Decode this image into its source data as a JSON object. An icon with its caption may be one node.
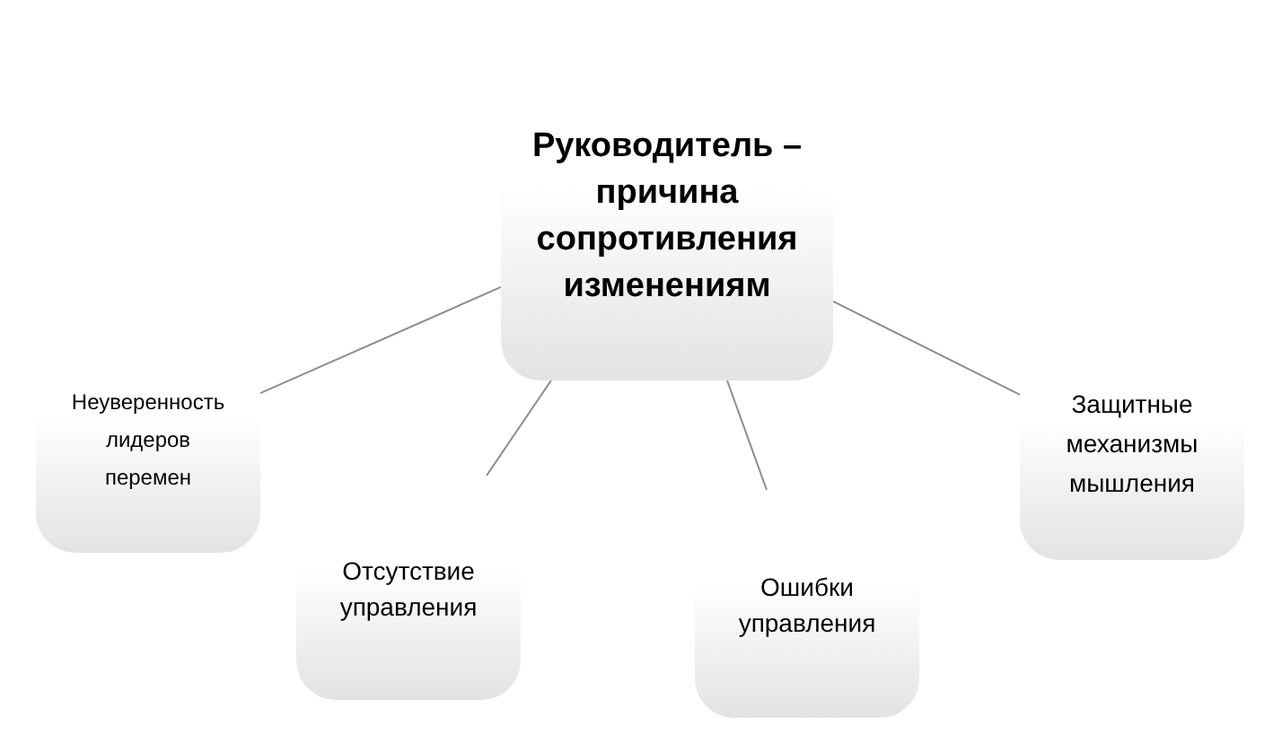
{
  "diagram": {
    "nodes": [
      {
        "text": [
          "Руководитель – причина сопротивления изменениям"
        ]
      },
      {
        "text": [
          "Неуверенность лидеров перемен"
        ]
      },
      {
        "text": [
          "Отсутствие управления"
        ]
      },
      {
        "text": [
          "Ошибки управления"
        ]
      },
      {
        "text": [
          "Защитные механизмы мышления"
        ]
      }
    ],
    "edges": [
      {
        "from": 0,
        "to": 1,
        "arrow": "none"
      },
      {
        "from": 0,
        "to": 2,
        "arrow": "none"
      },
      {
        "from": 0,
        "to": 3,
        "arrow": "none"
      },
      {
        "from": 0,
        "to": 4,
        "arrow": "none"
      }
    ]
  }
}
